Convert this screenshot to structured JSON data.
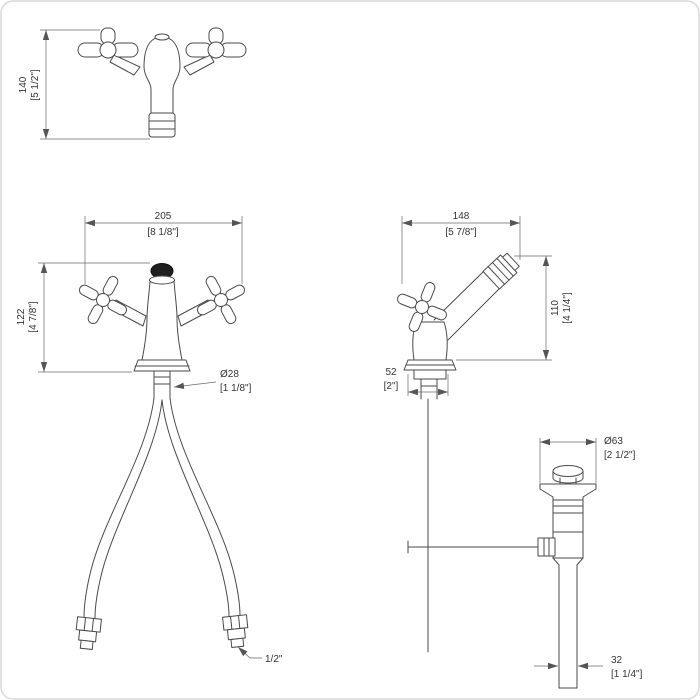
{
  "drawing": {
    "type": "plumbing-fixture-technical-drawing"
  },
  "colors": {
    "line": "#4a4a4a",
    "dim": "#6a6a6a",
    "text": "#333333",
    "cap_fill": "#1f1f1f",
    "border": "#d9d9d9"
  },
  "views": {
    "front": {
      "height_dim": {
        "mm": "140",
        "inch": "[5 1/2\"]"
      }
    },
    "installed": {
      "width_dim": {
        "mm": "205",
        "inch": "[8 1/8\"]"
      },
      "height_dim": {
        "mm": "122",
        "inch": "[4 7/8\"]"
      },
      "shank_dim": {
        "mm": "Ø28",
        "inch": "[1 1/8\"]"
      },
      "hose_thread": "1/2\""
    },
    "side": {
      "width_dim": {
        "mm": "148",
        "inch": "[5 7/8\"]"
      },
      "height_dim": {
        "mm": "110",
        "inch": "[4 1/4\"]"
      },
      "base_dim": {
        "mm": "52",
        "inch": "[2\"]"
      }
    },
    "drain": {
      "flange_dim": {
        "mm": "Ø63",
        "inch": "[2 1/2\"]"
      },
      "tube_dim": {
        "mm": "32",
        "inch": "[1 1/4\"]"
      }
    }
  }
}
